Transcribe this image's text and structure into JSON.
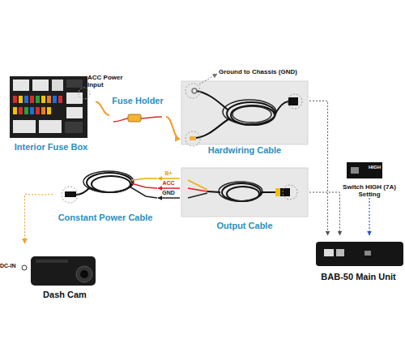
{
  "diagram": {
    "nodes": [
      {
        "text": [
          "Interior Fuse Box"
        ]
      },
      {
        "text": [
          "Fuse Holder"
        ]
      },
      {
        "text": [
          "Hardwiring Cable"
        ]
      },
      {
        "text": [
          "Output Cable"
        ]
      },
      {
        "text": [
          "Constant Power Cable"
        ]
      },
      {
        "text": [
          "Dash Cam"
        ]
      },
      {
        "text": [
          "BAB-50 Main Unit"
        ]
      },
      {
        "text": [
          "HIGH",
          "Switch HIGH (7A) Setting"
        ]
      }
    ],
    "edges": [
      {
        "from": 0,
        "to": 1,
        "arrow": "none"
      },
      {
        "from": 1,
        "to": 2,
        "arrow": "to"
      },
      {
        "from": 2,
        "to": 6,
        "arrow": "to"
      },
      {
        "from": 3,
        "to": 6,
        "arrow": "to"
      },
      {
        "from": 7,
        "to": 6,
        "arrow": "to"
      },
      {
        "from": 3,
        "to": 4,
        "label": "B+",
        "arrow": "to"
      },
      {
        "from": 3,
        "to": 4,
        "label": "ACC",
        "arrow": "to"
      },
      {
        "from": 3,
        "to": 4,
        "label": "GND",
        "arrow": "to"
      },
      {
        "from": 4,
        "to": 5,
        "arrow": "to"
      }
    ],
    "labels": [
      "ACC Power Input",
      "Ground to Chassis (GND)",
      "DC-IN"
    ]
  }
}
